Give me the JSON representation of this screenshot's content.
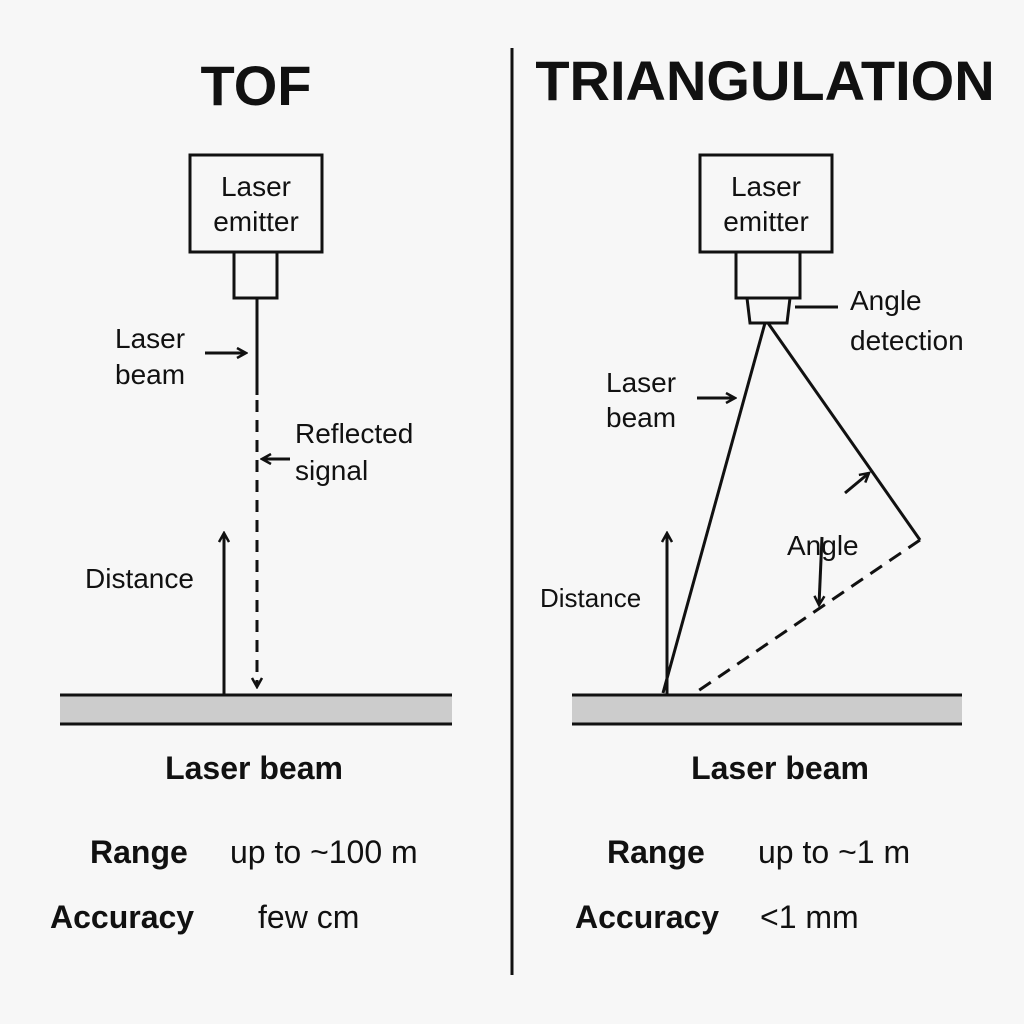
{
  "left": {
    "title": "TOF",
    "emitter": [
      "Laser",
      "emitter"
    ],
    "beam_label": [
      "Laser",
      "beam"
    ],
    "reflected_label": [
      "Reflected",
      "signal"
    ],
    "distance_label": "Distance",
    "surface_label": "Laser beam",
    "range_label": "Range",
    "range_value": "up to ~100 m",
    "accuracy_label": "Accuracy",
    "accuracy_value": "few cm"
  },
  "right": {
    "title": "TRIANGULATION",
    "emitter": [
      "Laser",
      "emitter"
    ],
    "detector_label": [
      "Angle",
      "detection"
    ],
    "beam_label": [
      "Laser",
      "beam"
    ],
    "angle_label": "Angle",
    "distance_label": "Distance",
    "surface_label": "Laser beam",
    "range_label": "Range",
    "range_value": "up to ~1 m",
    "accuracy_label": "Accuracy",
    "accuracy_value": "<1 mm"
  },
  "colors": {
    "ink": "#111111",
    "surface": "#cccccc",
    "background": "#f7f7f7"
  }
}
